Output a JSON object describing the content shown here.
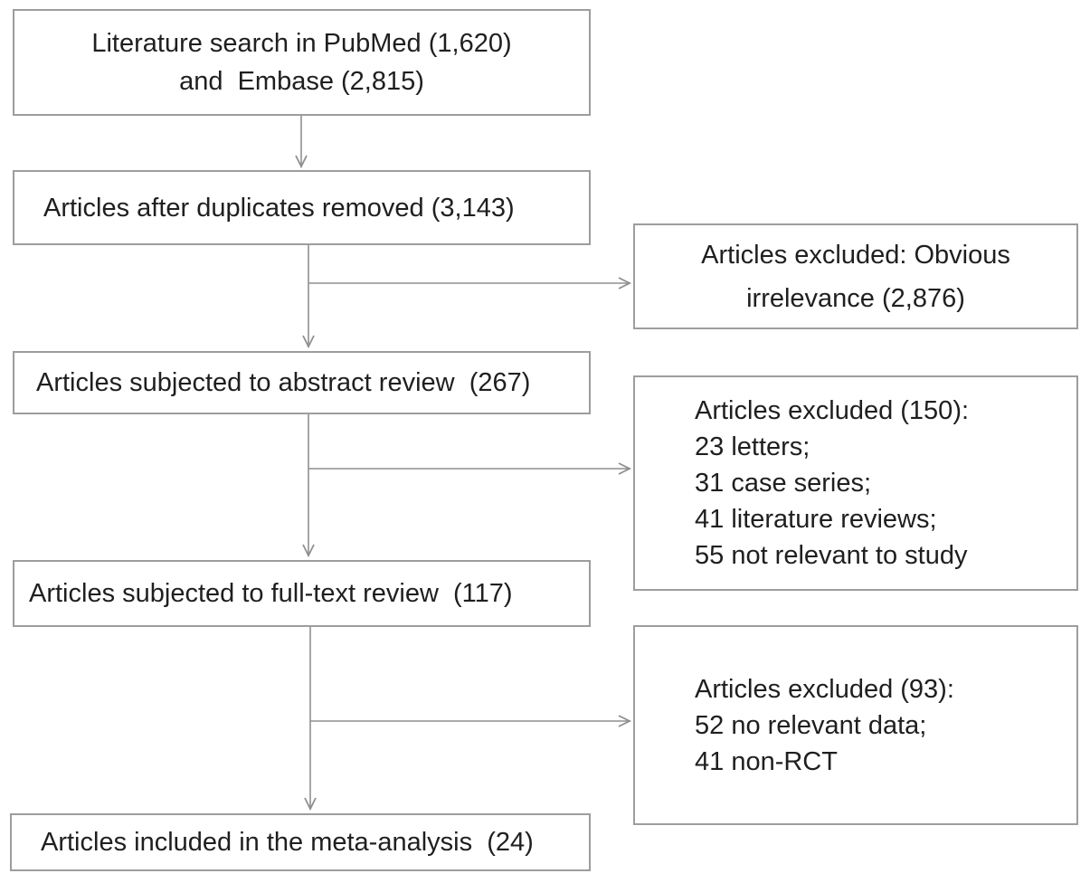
{
  "flow": {
    "main_boxes": [
      {
        "name": "literature-search",
        "lines": [
          "Literature search in PubMed (1,620)",
          "and  Embase (2,815)"
        ]
      },
      {
        "name": "after-duplicates",
        "lines": [
          "Articles after duplicates removed (3,143)"
        ]
      },
      {
        "name": "abstract-review",
        "lines": [
          "Articles subjected to abstract review  (267)"
        ]
      },
      {
        "name": "fulltext-review",
        "lines": [
          "Articles subjected to full-text review  (117)"
        ]
      },
      {
        "name": "included-meta-analysis",
        "lines": [
          "Articles included in the meta-analysis  (24)"
        ]
      }
    ],
    "exclusion_boxes": [
      {
        "name": "excluded-obvious-irrelevance",
        "lines": [
          "Articles excluded: Obvious",
          "irrelevance (2,876)"
        ]
      },
      {
        "name": "excluded-after-abstract-review",
        "lines": [
          "Articles excluded (150):",
          "23 letters;",
          "31 case series;",
          "41 literature reviews;",
          "55 not relevant to study"
        ]
      },
      {
        "name": "excluded-after-fulltext-review",
        "lines": [
          "Articles excluded (93):",
          "52 no relevant data;",
          "41 non-RCT"
        ]
      }
    ],
    "counts": {
      "pubmed": "1,620",
      "embase": "2,815",
      "after_duplicates": "3,143",
      "abstract_review": "267",
      "fulltext_review": "117",
      "included": "24",
      "excluded_obvious_irrelevance": "2,876",
      "excluded_abstract_total": "150",
      "excluded_letters": "23",
      "excluded_case_series": "31",
      "excluded_literature_reviews": "41",
      "excluded_not_relevant": "55",
      "excluded_fulltext_total": "93",
      "excluded_no_relevant_data": "52",
      "excluded_non_rct": "41"
    },
    "colors": {
      "background": "#ffffff",
      "box_border": "#9d9d9d",
      "arrow": "#8f8f8f",
      "text": "#1f1f1f"
    }
  }
}
